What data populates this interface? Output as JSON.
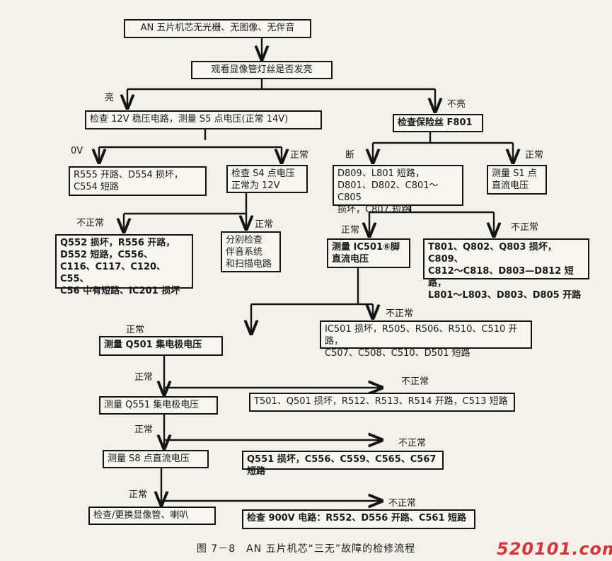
{
  "nodes": {
    "start": "AN 五片机芯无光栅、无图像、无伴音",
    "observe": "观看显像管灯丝是否发亮",
    "check12v": "检查 12V 稳压电路，测量 S5 点电压(正常 14V)",
    "checkFuse": "检查保险丝 F801",
    "r555": "R555 开路、D554 损坏，\nC554 短路",
    "checkS4": "检查 S4 点电压\n正常为 12V",
    "d809": "D809、L801 短路，\nD801、D802、C801～C805\n损坏，C807 短路",
    "measS1": "测量 S1 点\n直流电压",
    "q552": "Q552 损坏，R556 开路，\nD552 短路，C556、\nC116、C117、C120、C55、\nC56 中有短路、IC201 损坏",
    "checkAudio": "分别检查\n伴音系统\n和扫描电路",
    "measIC501": "测量 IC501⑥脚\n直流电压",
    "t801": "T801、Q802、Q803 损坏，C809、\nC812～C818、D803—D812 短路，\nL801～L803、D803、D805 开路",
    "ic501Bad": "IC501 损坏，R505、R506、R510、C510 开路，\nC507、C508、C510、D501 短路",
    "measQ501": "测量 Q501 集电极电压",
    "t501": "T501、Q501 损坏，R512、R513、R514 开路，C513 短路",
    "measQ551": "测量 Q551 集电极电压",
    "q551Bad": "Q551 损坏，C556、C559、C565、C567 短路",
    "measS8": "测量 S8 点直流电压",
    "check900v": "检查 900V 电路：R552、D556 开路、C561 短路",
    "replaceCRT": "检查/更换显像管、喇叭"
  },
  "labels": {
    "bright": "亮",
    "notBright": "不亮",
    "zeroV": "0V",
    "normal": "正常",
    "blown": "断",
    "abnormal": "不正常"
  },
  "caption": "图 7－8　AN 五片机芯“三无”故障的检修流程",
  "watermark": "520101.com"
}
